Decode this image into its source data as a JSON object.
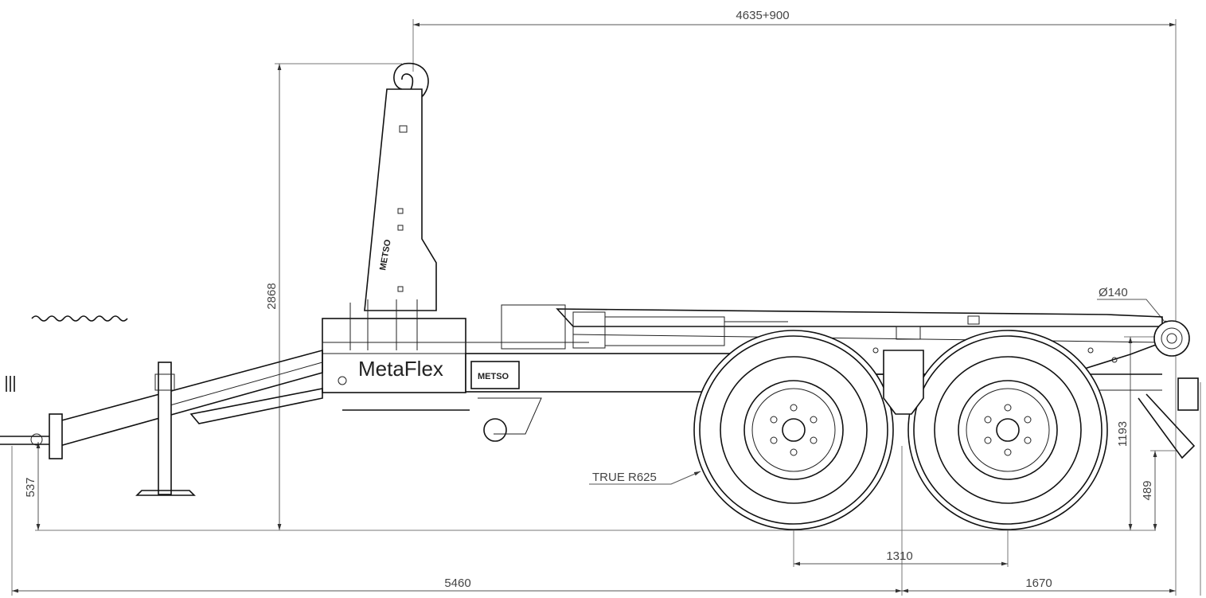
{
  "dimensions": {
    "overall_top": "4635+900",
    "height_hook": "2868",
    "drawbar_height": "537",
    "overall_length": "5460",
    "axle_spacing": "1310",
    "rear_overhang": "1670",
    "roller_height": "1193",
    "rear_low": "489",
    "roller_diameter": "Ø140",
    "tire_radius": "TRUE R625"
  },
  "branding": {
    "model": "MetaFlex",
    "logo": "METSO"
  },
  "colors": {
    "line": "#111111",
    "dimension": "#555555",
    "background": "#ffffff"
  }
}
